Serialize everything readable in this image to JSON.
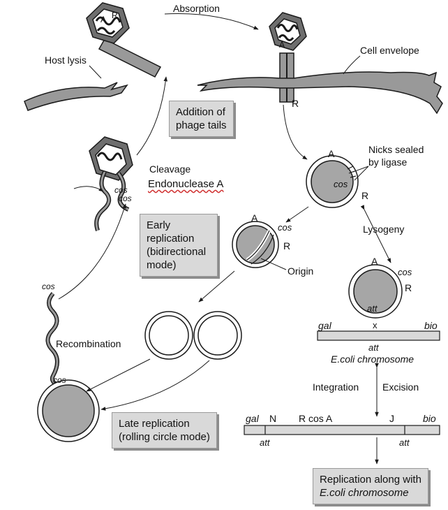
{
  "labels": {
    "absorption": "Absorption",
    "host_lysis": "Host lysis",
    "cell_envelope": "Cell envelope",
    "cleavage": "Cleavage",
    "endonuclease": "Endonuclease A",
    "nicks_line1": "Nicks sealed",
    "nicks_line2": "by ligase",
    "lysogeny": "Lysogeny",
    "origin": "Origin",
    "recombination": "Recombination",
    "integration": "Integration",
    "excision": "Excision",
    "chromosome": "E.coli chromosome",
    "A": "A",
    "R": "R",
    "cos": "cos",
    "att": "att",
    "gal": "gal",
    "bio": "bio",
    "x": "x",
    "N": "N",
    "J": "J",
    "r_cos_a": "R cos A"
  },
  "boxes": {
    "phage_tails": [
      "Addition of",
      "phage tails"
    ],
    "early_replication": [
      "Early",
      "replication",
      "(bidirectional",
      "mode)"
    ],
    "late_replication": [
      "Late replication",
      "(rolling circle mode)"
    ],
    "replication_with": [
      "Replication along with",
      "E.coli chromosome"
    ]
  },
  "colors": {
    "stroke": "#1a1a1a",
    "phage_gray": "#999999",
    "head_dark": "#6e6e6e",
    "circle_fill": "#a6a6a6",
    "box_fill": "#d9d9d9"
  }
}
